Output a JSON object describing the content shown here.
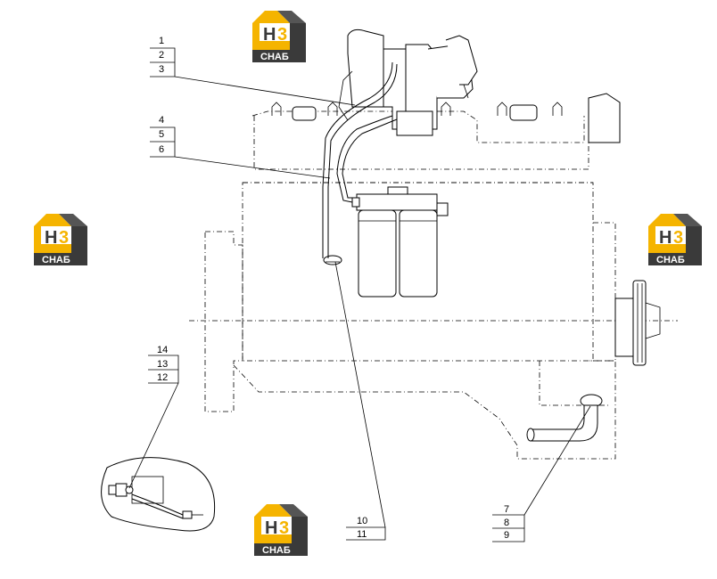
{
  "callouts": {
    "c1": "1",
    "c2": "2",
    "c3": "3",
    "c4": "4",
    "c5": "5",
    "c6": "6",
    "c7": "7",
    "c8": "8",
    "c9": "9",
    "c10": "10",
    "c11": "11",
    "c12": "12",
    "c13": "13",
    "c14": "14"
  },
  "watermark": {
    "letter_h": "H",
    "letter_3": "3",
    "caption": "СНАБ",
    "colors": {
      "yellow": "#f5b400",
      "dark": "#3a3a3a",
      "white": "#ffffff"
    }
  }
}
